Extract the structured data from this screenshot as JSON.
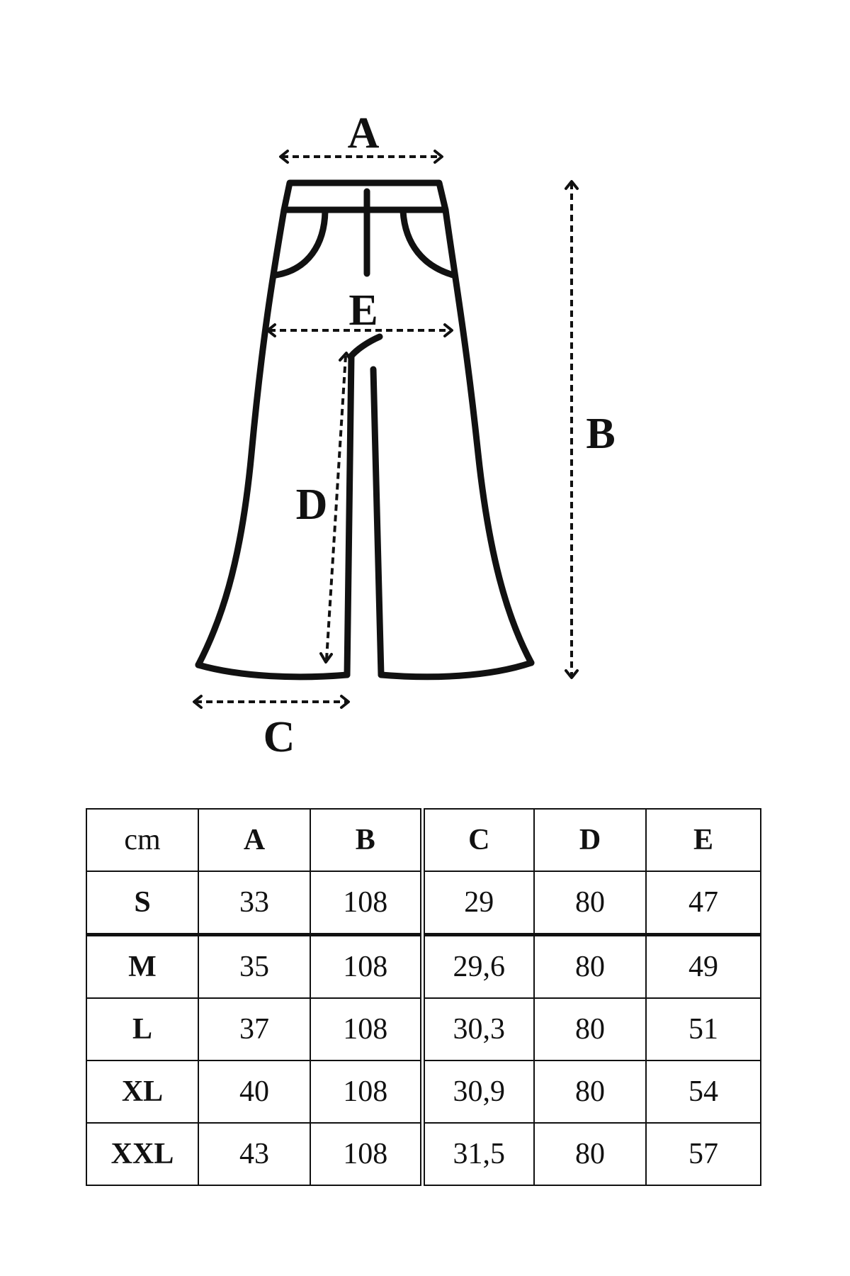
{
  "diagram": {
    "labels": {
      "a": "A",
      "b": "B",
      "c": "C",
      "d": "D",
      "e": "E"
    }
  },
  "table": {
    "unit": "cm",
    "columns": [
      "A",
      "B",
      "C",
      "D",
      "E"
    ],
    "rows": [
      {
        "size": "S",
        "values": [
          "33",
          "108",
          "29",
          "80",
          "47"
        ]
      },
      {
        "size": "M",
        "values": [
          "35",
          "108",
          "29,6",
          "80",
          "49"
        ]
      },
      {
        "size": "L",
        "values": [
          "37",
          "108",
          "30,3",
          "80",
          "51"
        ]
      },
      {
        "size": "XL",
        "values": [
          "40",
          "108",
          "30,9",
          "80",
          "54"
        ]
      },
      {
        "size": "XXL",
        "values": [
          "43",
          "108",
          "31,5",
          "80",
          "57"
        ]
      }
    ]
  }
}
